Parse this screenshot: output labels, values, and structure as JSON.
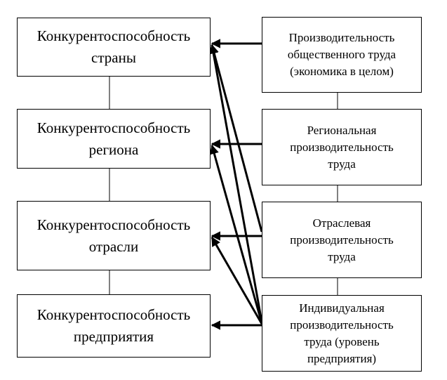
{
  "diagram": {
    "competitiveness": [
      {
        "line1": "Конкурентоспособность",
        "line2": "страны"
      },
      {
        "line1": "Конкурентоспособность",
        "line2": "региона"
      },
      {
        "line1": "Конкурентоспособность",
        "line2": "отрасли"
      },
      {
        "line1": "Конкурентоспособность",
        "line2": "предприятия"
      }
    ],
    "productivity": [
      {
        "line1": "Производительность",
        "line2": "общественного труда",
        "line3": "(экономика в целом)"
      },
      {
        "line1": "Региональная",
        "line2": "производительность",
        "line3": "труда"
      },
      {
        "line1": "Отраслевая",
        "line2": "производительность",
        "line3": "труда"
      },
      {
        "line1": "Индивидуальная",
        "line2": "производительность",
        "line3": "труда (уровень",
        "line4": "предприятия)"
      }
    ]
  }
}
